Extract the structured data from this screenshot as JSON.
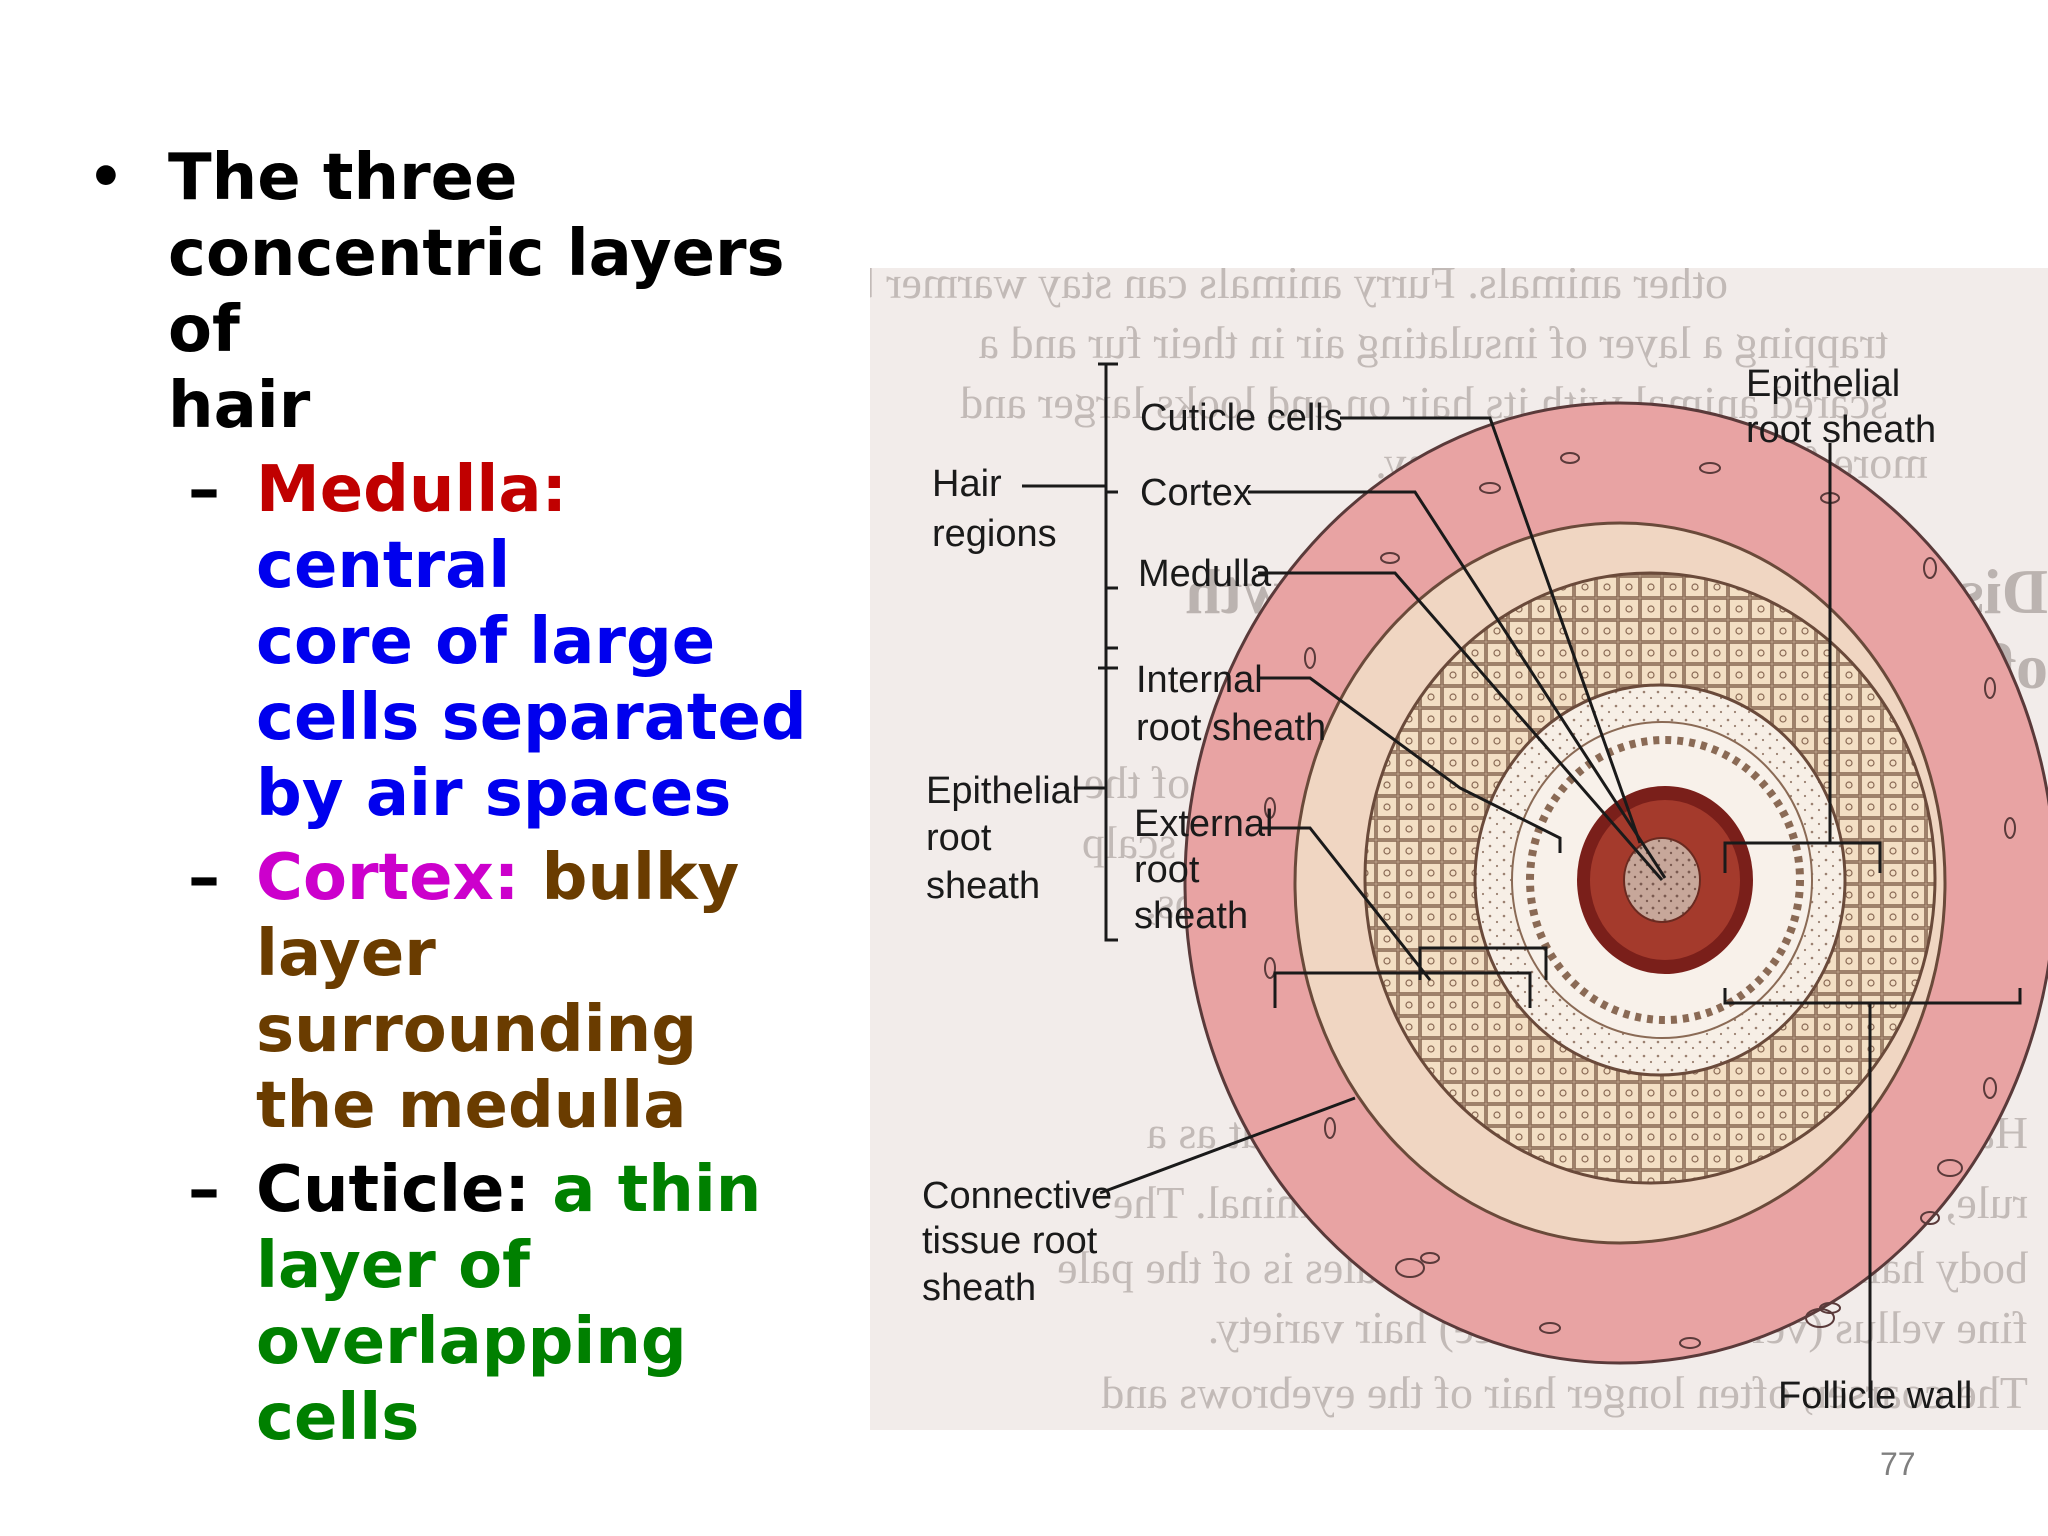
{
  "bullet": {
    "text": "The three concentric layers of hair",
    "line1": "The three",
    "line2": "concentric layers of",
    "line3": "hair"
  },
  "items": [
    {
      "term": "Medulla:",
      "desc_lines": [
        "central",
        "core of large",
        "cells separated",
        "by air spaces"
      ]
    },
    {
      "term": "Cortex:",
      "desc_lines": [
        "bulky",
        "layer surrounding",
        "the medulla"
      ]
    },
    {
      "term": "Cuticle:",
      "desc_lines": [
        "a thin",
        "layer of",
        "overlapping cells"
      ]
    }
  ],
  "figure": {
    "labels": {
      "hair_regions": [
        "Hair",
        "regions"
      ],
      "cuticle_cells": "Cuticle cells",
      "cortex": "Cortex",
      "medulla": "Medulla",
      "internal_root_sheath": [
        "Internal",
        "root sheath"
      ],
      "epithelial_root_sheath_left": [
        "Epithelial",
        "root",
        "sheath"
      ],
      "external_root_sheath": [
        "External",
        "root",
        "sheath"
      ],
      "connective_tissue_root_sheath": [
        "Connective",
        "tissue root",
        "sheath"
      ],
      "epithelial_root_sheath_top": [
        "Epithelial",
        "root sheath"
      ],
      "follicle_wall": "Follicle wall"
    },
    "colors": {
      "paper": "#f2ecea",
      "connective_pink": "#e8a3a3",
      "follicle_tan": "#f0dcc0",
      "medulla_brown": "#a43a2c",
      "cortex_dark": "#7a1f1a"
    }
  },
  "page_number": "77"
}
